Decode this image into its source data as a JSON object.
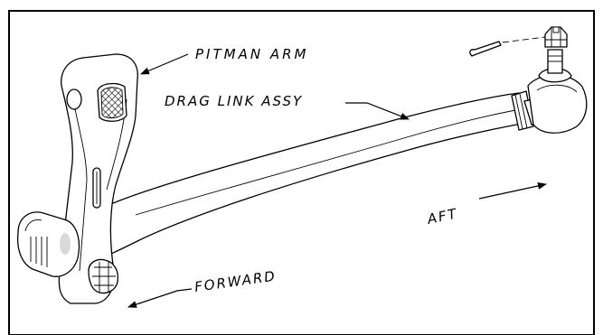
{
  "labels": {
    "pitman_arm": "PITMAN ARM",
    "drag_link": "DRAG LINK ASSY",
    "aft": "AFT",
    "forward": "FORWARD"
  },
  "colors": {
    "ink": "#000000",
    "paper": "#ffffff",
    "shade": "#d9d9d9"
  }
}
